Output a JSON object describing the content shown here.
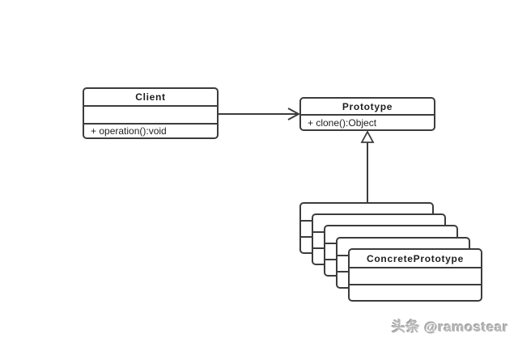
{
  "diagram": {
    "type": "uml-class-diagram",
    "classes": {
      "client": {
        "name": "Client",
        "attributes": "",
        "methods": "+ operation():void"
      },
      "prototype": {
        "name": "Prototype",
        "methods": "+ clone():Object"
      },
      "concrete_prototype": {
        "name": "ConcretePrototype",
        "attributes": "",
        "methods": "",
        "stack_count": 5
      }
    },
    "relations": [
      {
        "from": "Client",
        "to": "Prototype",
        "type": "association"
      },
      {
        "from": "ConcretePrototype",
        "to": "Prototype",
        "type": "inheritance"
      }
    ],
    "colors": {
      "line": "#3c3c3c",
      "background": "#ffffff",
      "text": "#1e1e1e",
      "watermark": "#b8b8b8"
    },
    "watermark": "头条 @ramostear"
  }
}
